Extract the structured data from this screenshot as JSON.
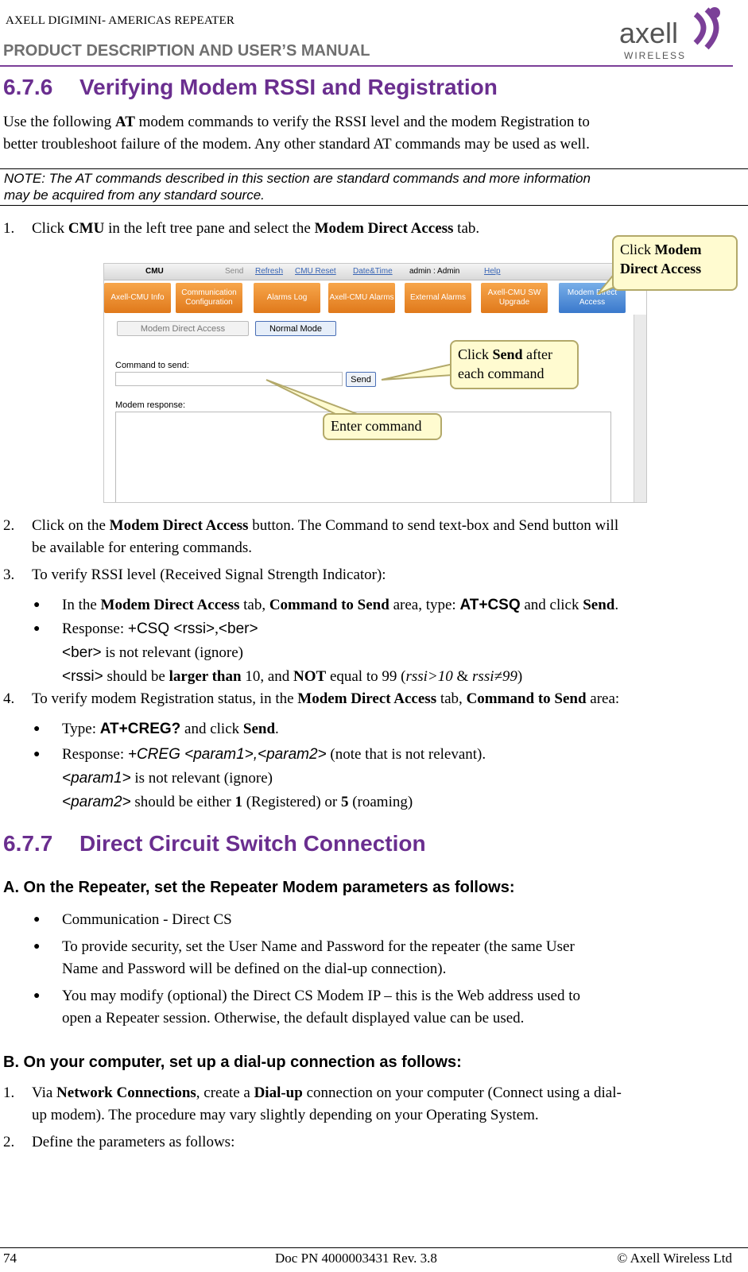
{
  "header": {
    "title_line1": "AXELL DIGIMINI- AMERICAS REPEATER",
    "title_line2": "PRODUCT DESCRIPTION AND USER’S MANUAL",
    "logo_text": "axell",
    "logo_sub": "WIRELESS"
  },
  "section_676": {
    "number": "6.7.6",
    "title": "Verifying Modem RSSI and Registration",
    "intro_a": "Use the following ",
    "intro_b": "AT",
    "intro_c": " modem commands to verify the RSSI level and the modem Registration to",
    "intro_d": "better troubleshoot failure of the modem.  Any other standard AT commands may be used as well.",
    "note_line1": "NOTE: The AT commands described in this section are standard commands and more information",
    "note_line2": "may be acquired from any standard source.",
    "step1": {
      "n": "1.",
      "a": "Click ",
      "b": "CMU",
      "c": " in the left tree pane and select the ",
      "d": "Modem Direct Access",
      "e": " tab."
    },
    "step2": {
      "n": "2.",
      "a": "Click on the ",
      "b": "Modem Direct Access",
      "c": " button. The Command to send text-box and Send button will",
      "d": "be available for entering commands."
    },
    "step3": {
      "n": "3.",
      "text": "To verify RSSI level (Received Signal Strength Indicator):"
    },
    "step3_b1": {
      "a": "In the ",
      "b": "Modem Direct Access",
      "c": " tab, ",
      "d": "Command to Send",
      "e": " area, type: ",
      "f": "AT+CSQ",
      "g": " and click ",
      "h": "Send",
      "i": "."
    },
    "step3_b2": {
      "a": "Response: ",
      "b": "+CSQ <rssi>",
      "c": ",",
      "d": "<ber>"
    },
    "step3_ber": {
      "a": "<ber>",
      "b": " is  not relevant (ignore)"
    },
    "step3_rssi": {
      "a": "<rssi>",
      "b": " should be ",
      "c": "larger than",
      "d": " 10, and ",
      "e": "NOT",
      "f": " equal to 99 (",
      "g": "rssi>10",
      "h": " & ",
      "i": "rssi≠99",
      "j": ")"
    },
    "step4": {
      "n": "4.",
      "a": "To verify modem Registration status, in the ",
      "b": "Modem Direct Access",
      "c": " tab, ",
      "d": "Command to Send",
      "e": " area:"
    },
    "step4_b1": {
      "a": "Type: ",
      "b": "AT+CREG?",
      "c": " and click ",
      "d": "Send",
      "e": "."
    },
    "step4_b2": {
      "a": "Response: ",
      "b": "+CREG <param1>,<param2>",
      "c": "  (note that is not relevant)."
    },
    "step4_p1": {
      "a": "<param1>",
      "b": " is not relevant (ignore)"
    },
    "step4_p2": {
      "a": "<param2>",
      "b": " should be either ",
      "c": "1",
      "d": " (Registered) or ",
      "e": "5",
      "f": " (roaming)"
    }
  },
  "screenshot": {
    "topbar": {
      "cmu": "CMU",
      "send": "Send",
      "refresh": "Refresh",
      "cmu_reset": "CMU Reset",
      "datetime": "Date&Time",
      "user": "admin : Admin",
      "help": "Help"
    },
    "tabs": [
      "Axell-CMU Info",
      "Communication Configuration",
      "Alarms Log",
      "Axell-CMU Alarms",
      "External Alarms",
      "Axell-CMU SW Upgrade",
      "Modem Direct Access"
    ],
    "modem_direct_access_btn": "Modem Direct Access",
    "normal_mode_btn": "Normal Mode",
    "command_label": "Command to send:",
    "send_btn": "Send",
    "response_label": "Modem response:",
    "callout_modem_a": "Click ",
    "callout_modem_b": "Modem Direct Access",
    "callout_send_a": "Click ",
    "callout_send_b": "Send",
    "callout_send_c": " after each command",
    "callout_enter": "Enter command"
  },
  "section_677": {
    "number": "6.7.7",
    "title": "Direct Circuit Switch Connection",
    "sub_a": "A. On the Repeater, set the Repeater Modem parameters as follows:",
    "a_b1": "Communication - Direct CS",
    "a_b2_l1": "To provide security, set the User Name and Password for the repeater (the same User",
    "a_b2_l2": "Name and Password will be defined on the dial-up connection).",
    "a_b3_l1": "You may modify (optional) the Direct CS Modem IP – this is the Web address used to",
    "a_b3_l2": "open a Repeater session. Otherwise, the default displayed value can be used.",
    "sub_b": "B. On your computer, set up a dial-up connection as follows:",
    "b1": {
      "n": "1.",
      "a": "Via ",
      "b": "Network Connections",
      "c": ", create a ",
      "d": "Dial-up",
      "e": " connection on your computer (Connect using a dial-",
      "f": "up modem).  The procedure may vary slightly depending on your Operating System."
    },
    "b2": {
      "n": "2.",
      "text": "Define the parameters as follows:"
    }
  },
  "footer": {
    "page": "74",
    "doc": "Doc PN 4000003431 Rev. 3.8",
    "copyright": "© Axell Wireless Ltd"
  },
  "colors": {
    "heading_purple": "#6a2e8f",
    "tab_orange": "#e0791b",
    "tab_active_blue": "#3a79cc",
    "callout_fill": "#fffbd0"
  }
}
